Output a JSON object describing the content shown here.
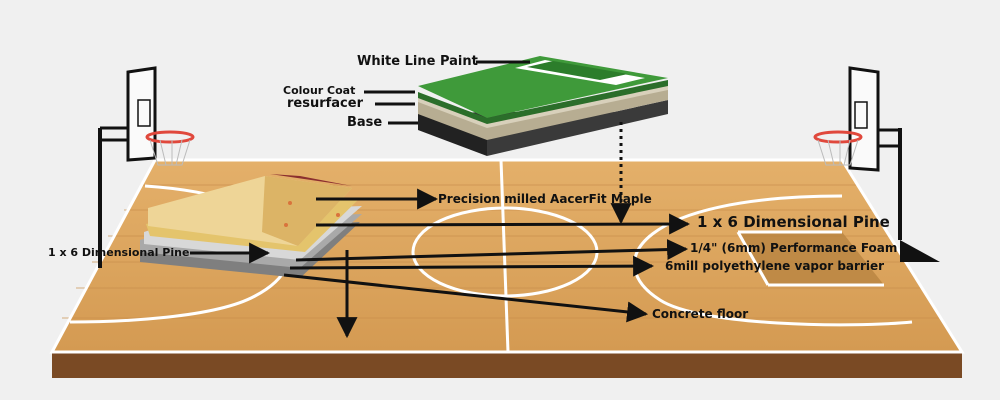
{
  "diagram": {
    "labels": {
      "white_line_paint": "White Line Paint",
      "colour_coat": "Colour Coat",
      "resurfacer": "resurfacer",
      "base": "Base",
      "maple": "Precision milled AacerFit Maple",
      "pine_right": "1 x 6 Dimensional Pine",
      "pine_left": "1 x 6 Dimensional Pine",
      "foam": "1/4\" (6mm) Performance Foam",
      "vapor_barrier": "6mill polyethylene vapor barrier",
      "concrete": "Concrete floor"
    },
    "colors": {
      "background": "#f0f0f0",
      "court_wood": "#d9a25a",
      "court_edge": "#7a4a24",
      "paint_area": "#b5813f",
      "court_lines": "#ffffff",
      "green_coat": "#3f9a3a",
      "hoop_rim": "#e0483c",
      "arrow": "#111111"
    },
    "icons": [
      "basketball-hoop-icon",
      "basketball-hoop-icon"
    ]
  }
}
